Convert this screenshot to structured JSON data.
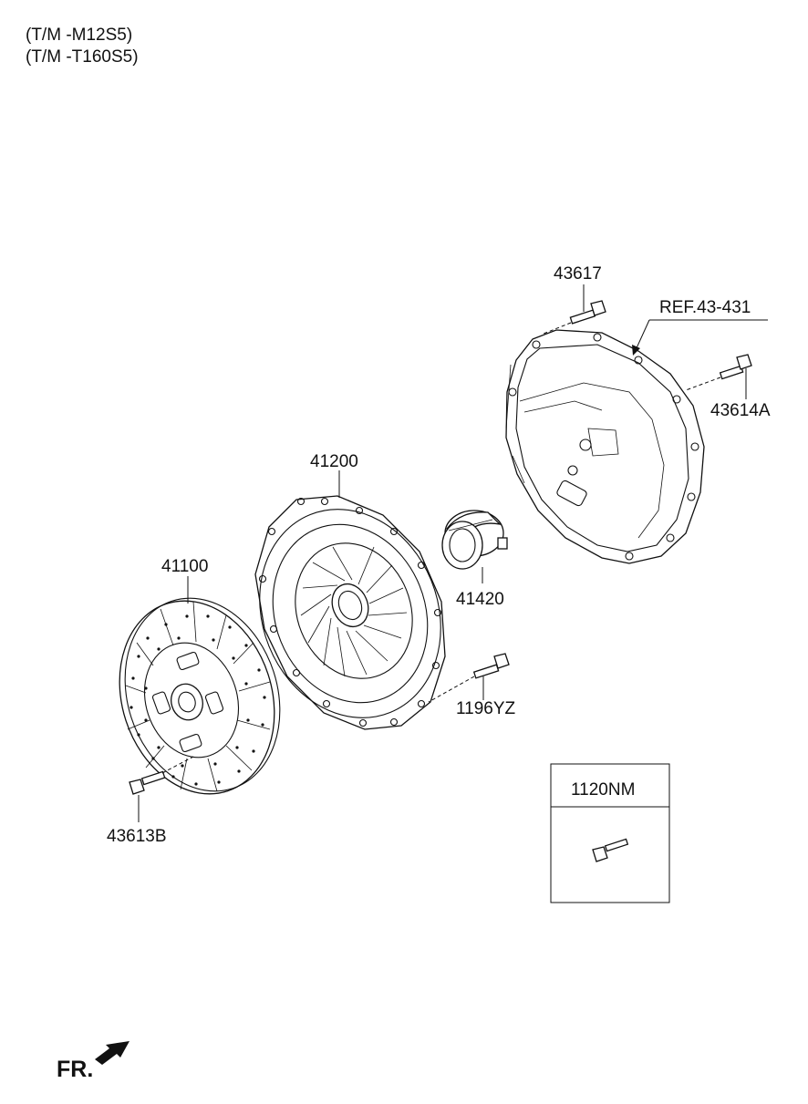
{
  "header": {
    "line1": "(T/M -M12S5)",
    "line2": "(T/M -T160S5)"
  },
  "parts": {
    "p43617": "43617",
    "ref": "REF.43-431",
    "p43614A": "43614A",
    "p41200": "41200",
    "p41420": "41420",
    "p41100": "41100",
    "p1196YZ": "1196YZ",
    "p43613B": "43613B"
  },
  "inset": {
    "label": "1120NM"
  },
  "footer": {
    "fr": "FR."
  }
}
